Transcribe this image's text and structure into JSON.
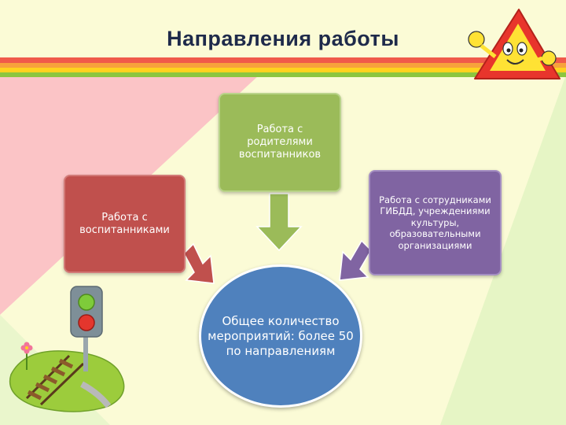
{
  "slide": {
    "title": "Направления работы",
    "boxes": {
      "top": "Работа с родителями воспитанников",
      "left": "Работа с воспитанниками",
      "right": "Работа с сотрудниками ГИБДД, учреждениями культуры, образовательными организациями"
    },
    "center": "Общее количество мероприятий: более 50 по направлениям"
  },
  "colors": {
    "top_box": "#9bbb59",
    "left_box": "#c0504d",
    "right_box": "#8064a2",
    "center_circle": "#4f81bd",
    "top_arrow": "#9bbb59",
    "left_arrow": "#c0504d",
    "right_arrow": "#8064a2"
  },
  "icons": [
    "warning-sign-icon",
    "traffic-light-icon",
    "railway-track-icon",
    "flower-icon"
  ]
}
